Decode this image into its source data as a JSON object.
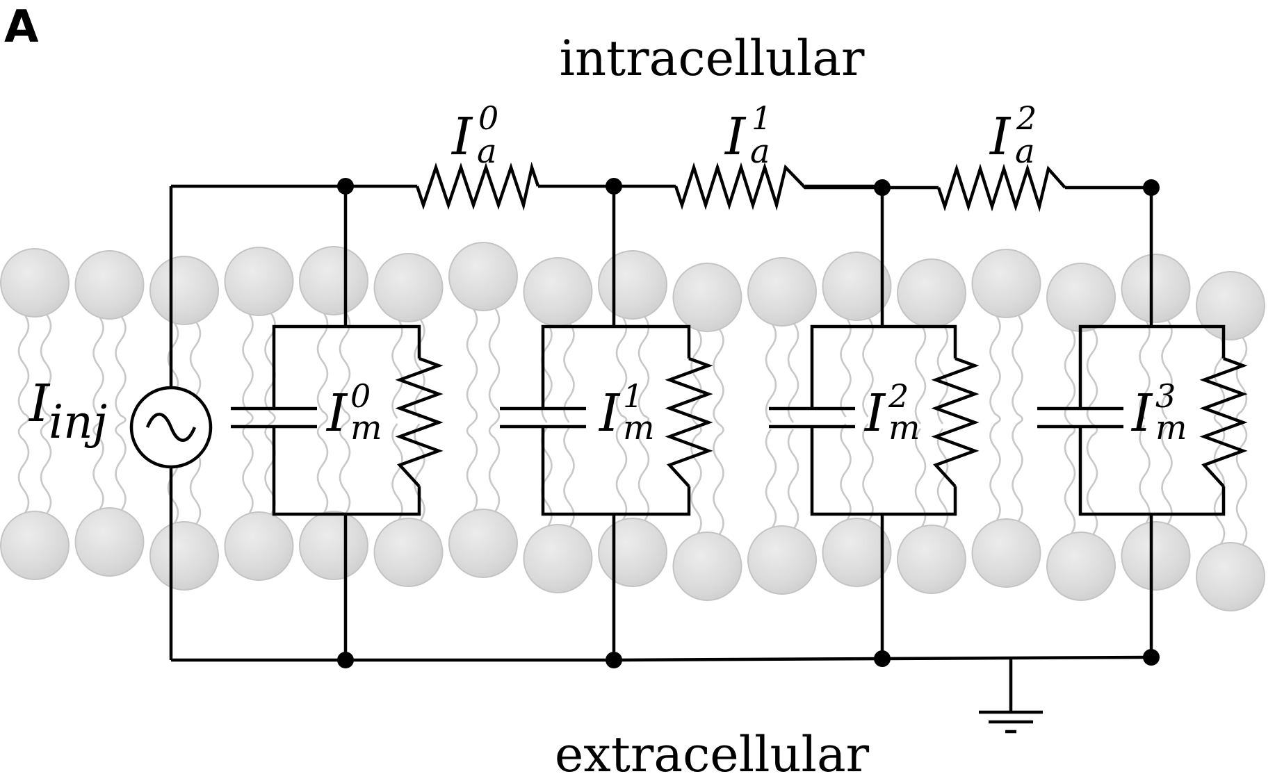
{
  "panel_label": "A",
  "labels": {
    "intracellular": "intracellular",
    "extracellular": "extracellular"
  },
  "source": {
    "main": "I",
    "sub": "inj"
  },
  "axial_currents": [
    {
      "main": "I",
      "sub": "a",
      "sup": "0"
    },
    {
      "main": "I",
      "sub": "a",
      "sup": "1"
    },
    {
      "main": "I",
      "sub": "a",
      "sup": "2"
    }
  ],
  "membrane_currents": [
    {
      "main": "I",
      "sub": "m",
      "sup": "0"
    },
    {
      "main": "I",
      "sub": "m",
      "sup": "1"
    },
    {
      "main": "I",
      "sub": "m",
      "sup": "2"
    },
    {
      "main": "I",
      "sub": "m",
      "sup": "3"
    }
  ],
  "colors": {
    "wire": "#000000",
    "lipid_head": "#d9d9d9",
    "lipid_tail": "#c8c8c8",
    "background": "#ffffff"
  },
  "icons": [
    "ac-source-icon",
    "ground-icon",
    "resistor-icon",
    "capacitor-icon",
    "junction-dot-icon",
    "lipid-bilayer"
  ]
}
